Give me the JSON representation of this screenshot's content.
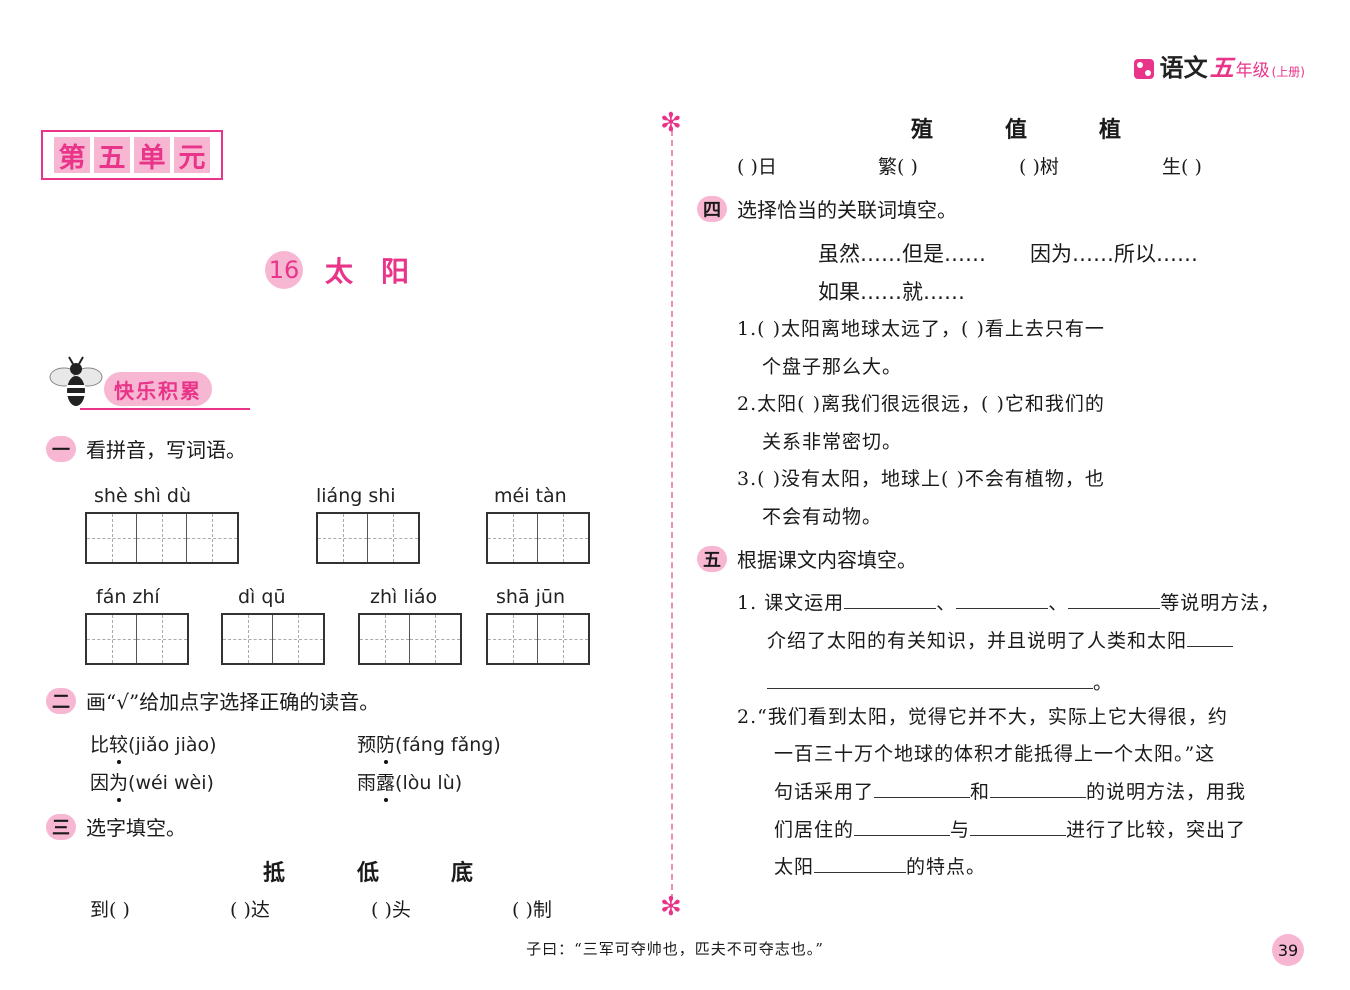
{
  "header": {
    "subject": "语文",
    "grade_num": "五",
    "grade": "年级",
    "volume": "(上册)"
  },
  "unit_chars": [
    "第",
    "五",
    "单",
    "元"
  ],
  "lesson": {
    "number": "16",
    "title": "太阳"
  },
  "badge": "快乐积累",
  "section1": {
    "mark": "一",
    "title": "看拼音，写词语。",
    "row1": [
      "shè   shì   dù",
      "liáng  shi",
      "méi   tàn"
    ],
    "row2": [
      "fán   zhí",
      "dì    qū",
      "zhì   liáo",
      "shā   jūn"
    ]
  },
  "section2": {
    "mark": "二",
    "title": "画“√”给加点字选择正确的读音。",
    "items": [
      {
        "a": "比",
        "b": "较",
        "c": "(jiǎo    jiào)"
      },
      {
        "a": "预",
        "b": "防",
        "c": "(fáng    fǎng)"
      },
      {
        "a": "因",
        "b": "为",
        "c": "(wéi    wèi)"
      },
      {
        "a": "雨",
        "b": "露",
        "c": "(lòu    lù)"
      }
    ]
  },
  "section3": {
    "mark": "三",
    "title": "选字填空。",
    "chars": [
      "抵",
      "低",
      "底"
    ],
    "fills": [
      "到(      )",
      "(      )达",
      "(      )头",
      "(      )制"
    ]
  },
  "right_top": {
    "chars": [
      "殖",
      "值",
      "植"
    ],
    "fills": [
      "(      )日",
      "繁(      )",
      "(      )树",
      "生(      )"
    ]
  },
  "section4": {
    "mark": "四",
    "title": "选择恰当的关联词填空。",
    "conj": [
      "虽然……但是……",
      "因为……所以……",
      "如果……就……"
    ],
    "q1a": "1.(         )太阳离地球太远了，(         )看上去只有一",
    "q1b": "个盘子那么大。",
    "q2a": "2.太阳(         )离我们很远很远，(         )它和我们的",
    "q2b": "关系非常密切。",
    "q3a": "3.(         )没有太阳，地球上(         )不会有植物，也",
    "q3b": "不会有动物。"
  },
  "section5": {
    "mark": "五",
    "title": "根据课文内容填空。",
    "l1a": "1. 课文运用",
    "l1b": "、",
    "l1c": "、",
    "l1d": "等说明方法，",
    "l2": "介绍了太阳的有关知识，并且说明了人类和太阳",
    "l3": "。",
    "l4": "2.“我们看到太阳，觉得它并不大，实际上它大得很，约",
    "l5": "一百三十万个地球的体积才能抵得上一个太阳。”这",
    "l6a": "句话采用了",
    "l6b": "和",
    "l6c": "的说明方法，用我",
    "l7a": "们居住的",
    "l7b": "与",
    "l7c": "进行了比较，突出了",
    "l8a": "太阳",
    "l8b": "的特点。"
  },
  "footer": "子曰：“三军可夺帅也，匹夫不可夺志也。”",
  "page_number": "39",
  "star_glyph": "✻"
}
